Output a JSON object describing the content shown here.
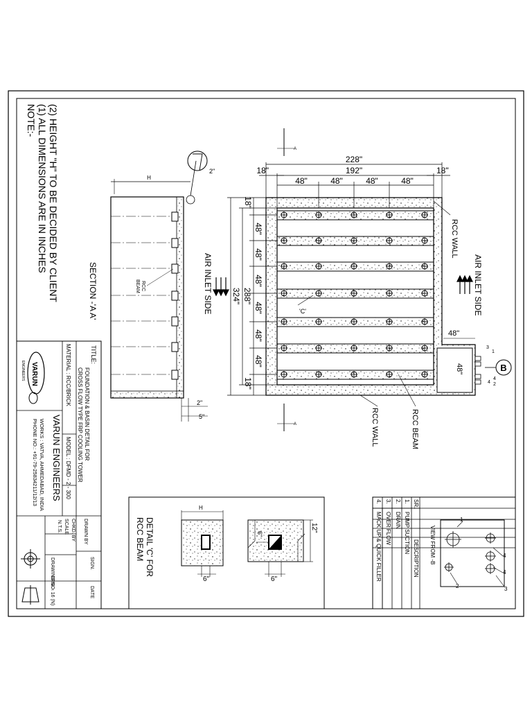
{
  "notes": {
    "heading": "NOTE:-",
    "line1": "(1)  ALL  DIMENSIONS  ARE  IN  INCHES",
    "line2": "(2)  HEIGHT  \"H\"  TO  BE  DECIDED  BY  CLIENT"
  },
  "plan": {
    "overall_width": "228\"",
    "inner_width": "192\"",
    "side_left": "18\"",
    "side_right": "18\"",
    "bay_labels": [
      "48\"",
      "48\"",
      "48\"",
      "48\""
    ],
    "overall_length": "324\"",
    "inner_length": "288\"",
    "end_top": "18\"",
    "end_bottom": "18\"",
    "beam_spacing_labels": [
      "48\"",
      "48\"",
      "48\"",
      "48\"",
      "48\"",
      "48\""
    ],
    "detail_callout": "'C'",
    "air_inlet_left": "AIR  INLET  SIDE",
    "air_inlet_right": "AIR  INLET  SIDE",
    "rcc_wall_top": "RCC  WALL",
    "rcc_wall_bottom": "RCC  WALL",
    "rcc_beam": "RCC  BEAM",
    "sump_width": "48\"",
    "sump_length": "48\"",
    "section_mark": "A",
    "view_callout": "B",
    "pipe_numbers": [
      "3",
      "1",
      "4",
      "4",
      "2"
    ]
  },
  "section": {
    "title": "SECTION  -'A  A'",
    "height_label": "H",
    "dim_top": "2\"",
    "dim_bottom_a": "2\"",
    "dim_bottom_b": "5\"",
    "rcc_beam_line1": "RCC",
    "rcc_beam_line2": "BEAM"
  },
  "view_b": {
    "title": "VIEW  FROM  -B",
    "numbers": [
      "1",
      "4",
      "4",
      "2",
      "3"
    ]
  },
  "table": {
    "headers": [
      "SR.",
      "DESCRIPTION"
    ],
    "rows": [
      [
        "1.",
        "PUMP  SUCTION"
      ],
      [
        "2.",
        "DRAIN"
      ],
      [
        "3.",
        "OVER  FLOW"
      ],
      [
        "4.",
        "MACK  UP  &  QUICK  FILLER"
      ]
    ]
  },
  "detail": {
    "title_line1": "DETAIL  'C'  FOR",
    "title_line2": "RCC  BEAM",
    "h_label": "H",
    "dim_6a": "6\"",
    "dim_6b": "6\"",
    "dim_6c": "6\"",
    "dim_12": "12\""
  },
  "title_block": {
    "title_label": "TITLE:",
    "title_line1": "FOUNDATION & BASIN DETAIL FOR",
    "title_line2": "CROSS FLOW TYPE FRP COOLING TOWER",
    "material": "MATERIAL : RCC/BRICK",
    "model": "MODEL :   DFMD - 2 - 300",
    "company": "VARUN  ENGINEERS",
    "address": "WORKS : VATVA, AHMEDABAD, INDIA",
    "phone": "PHONE NO.: +91-79-25834211/12/13",
    "logo_word": "VARUN",
    "logo_sub": "ENGINEERS",
    "drawn_by": "DRAWN BY",
    "chkd_by": "CHKD. BY",
    "scale": "SCALE",
    "scale_value": "N.T.S.",
    "sign": "SIGN.",
    "date": "DATE",
    "drawing_no": "DRAWING NO.",
    "drg": "DRG. - 16 (N)"
  }
}
